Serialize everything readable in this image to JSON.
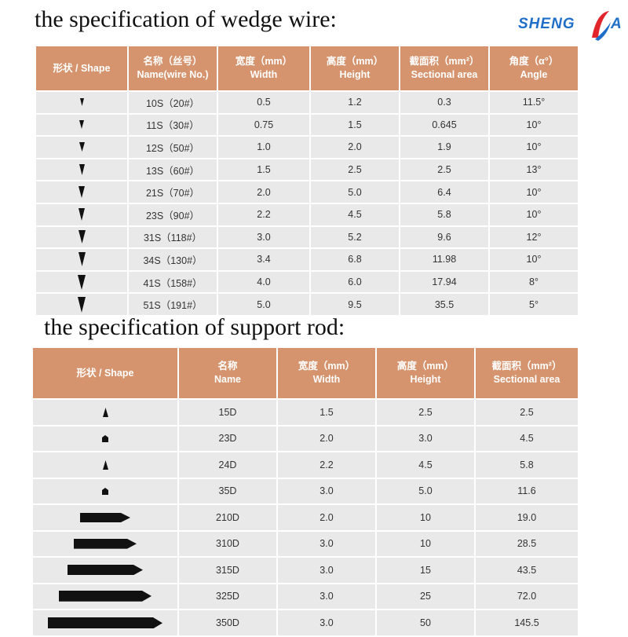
{
  "wedge": {
    "title": "the specification of wedge wire:",
    "headers": [
      {
        "cn": "形状 / Shape",
        "en": ""
      },
      {
        "cn": "名称（丝号）",
        "en": "Name(wire No.)"
      },
      {
        "cn": "宽度（mm）",
        "en": "Width"
      },
      {
        "cn": "高度（mm）",
        "en": "Height"
      },
      {
        "cn": "截面积（mm²）",
        "en": "Sectional area"
      },
      {
        "cn": "角度（α°）",
        "en": "Angle"
      }
    ],
    "rows": [
      {
        "shape": "wedge-triangle-icon",
        "name": "10S（20#）",
        "width": "0.5",
        "height": "1.2",
        "area": "0.3",
        "angle": "11.5°"
      },
      {
        "shape": "wedge-triangle-icon",
        "name": "11S（30#）",
        "width": "0.75",
        "height": "1.5",
        "area": "0.645",
        "angle": "10°"
      },
      {
        "shape": "wedge-triangle-icon",
        "name": "12S（50#）",
        "width": "1.0",
        "height": "2.0",
        "area": "1.9",
        "angle": "10°"
      },
      {
        "shape": "wedge-triangle-icon",
        "name": "13S（60#）",
        "width": "1.5",
        "height": "2.5",
        "area": "2.5",
        "angle": "13°"
      },
      {
        "shape": "wedge-triangle-icon",
        "name": "21S（70#）",
        "width": "2.0",
        "height": "5.0",
        "area": "6.4",
        "angle": "10°"
      },
      {
        "shape": "wedge-triangle-icon",
        "name": "23S（90#）",
        "width": "2.2",
        "height": "4.5",
        "area": "5.8",
        "angle": "10°"
      },
      {
        "shape": "wedge-triangle-icon",
        "name": "31S（118#）",
        "width": "3.0",
        "height": "5.2",
        "area": "9.6",
        "angle": "12°"
      },
      {
        "shape": "wedge-triangle-icon",
        "name": "34S（130#）",
        "width": "3.4",
        "height": "6.8",
        "area": "11.98",
        "angle": "10°"
      },
      {
        "shape": "wedge-triangle-icon",
        "name": "41S（158#）",
        "width": "4.0",
        "height": "6.0",
        "area": "17.94",
        "angle": "8°"
      },
      {
        "shape": "wedge-triangle-icon",
        "name": "51S（191#）",
        "width": "5.0",
        "height": "9.5",
        "area": "35.5",
        "angle": "5°"
      }
    ]
  },
  "rod": {
    "title": "the specification of support rod:",
    "headers": [
      {
        "cn": "形状 / Shape",
        "en": ""
      },
      {
        "cn": "名称",
        "en": "Name"
      },
      {
        "cn": "宽度（mm）",
        "en": "Width"
      },
      {
        "cn": "高度（mm）",
        "en": "Height"
      },
      {
        "cn": "截面积（mm²）",
        "en": "Sectional area"
      }
    ],
    "rows": [
      {
        "shape": "rod-triangle-icon",
        "name": "15D",
        "width": "1.5",
        "height": "2.5",
        "area": "2.5"
      },
      {
        "shape": "rod-pentagon-icon",
        "name": "23D",
        "width": "2.0",
        "height": "3.0",
        "area": "4.5"
      },
      {
        "shape": "rod-triangle-icon",
        "name": "24D",
        "width": "2.2",
        "height": "4.5",
        "area": "5.8"
      },
      {
        "shape": "rod-pentagon-icon",
        "name": "35D",
        "width": "3.0",
        "height": "5.0",
        "area": "11.6"
      },
      {
        "shape": "rod-bar-icon",
        "name": "210D",
        "width": "2.0",
        "height": "10",
        "area": "19.0"
      },
      {
        "shape": "rod-bar-icon",
        "name": "310D",
        "width": "3.0",
        "height": "10",
        "area": "28.5"
      },
      {
        "shape": "rod-bar-icon",
        "name": "315D",
        "width": "3.0",
        "height": "15",
        "area": "43.5"
      },
      {
        "shape": "rod-bar-icon",
        "name": "325D",
        "width": "3.0",
        "height": "25",
        "area": "72.0"
      },
      {
        "shape": "rod-bar-icon",
        "name": "350D",
        "width": "3.0",
        "height": "50",
        "area": "145.5"
      }
    ]
  },
  "logo": {
    "text_left": "SHENG",
    "text_right": "A"
  },
  "colors": {
    "header_bg": "#d5946e",
    "cell_bg": "#e9e9e9",
    "logo_blue": "#1f6fc9",
    "logo_red": "#e0262a"
  }
}
